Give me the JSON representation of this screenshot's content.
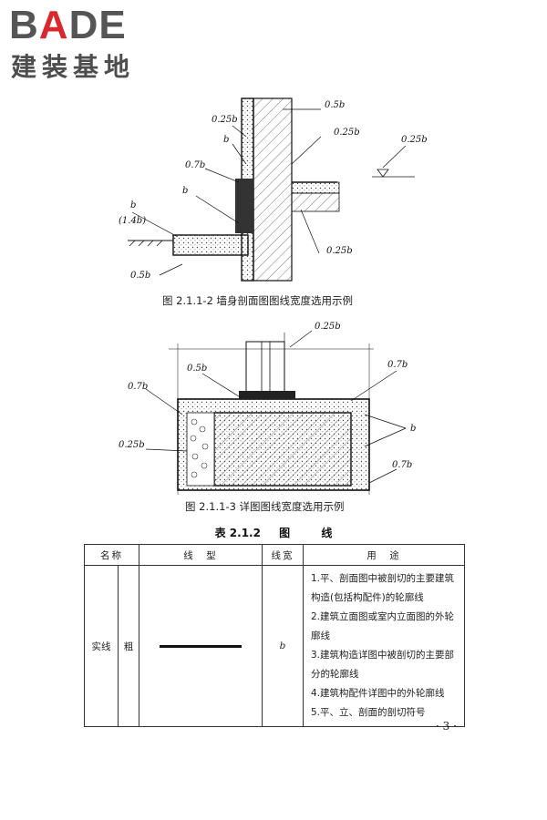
{
  "logo": {
    "brand_prefix": "B",
    "brand_accent": "A",
    "brand_suffix": "DE",
    "subtitle": "建装基地",
    "accent_color": "#d8272d"
  },
  "figure1": {
    "caption": "图 2.1.1-2   墙身剖面图图线宽度选用示例",
    "labels": {
      "l1": "0.25b",
      "l2": "0.5b",
      "l3": "0.25b",
      "l4": "b",
      "l5": "0.7b",
      "l6": "b",
      "l7": "b",
      "l8": "(1.4b)",
      "l9": "0.25b",
      "l10": "0.25b",
      "l11": "0.5b"
    }
  },
  "figure2": {
    "caption": "图 2.1.1-3   详图图线宽度选用示例",
    "labels": {
      "l1": "0.25b",
      "l2": "0.5b",
      "l3": "0.7b",
      "l4": "0.7b",
      "l5": "b",
      "l6": "0.25b",
      "l7": "0.7b"
    }
  },
  "table": {
    "title_num": "表 2.1.2",
    "title_word1": "图",
    "title_word2": "线",
    "headers": {
      "name": "名称",
      "type": "线　型",
      "width": "线宽",
      "usage": "用　途"
    },
    "row": {
      "name": "实线",
      "sub": "粗",
      "width": "b",
      "usage": [
        "1.平、剖面图中被剖切的主要建筑构造(包括构配件)的轮廓线",
        "2.建筑立面图或室内立面图的外轮廓线",
        "3.建筑构造详图中被剖切的主要部分的轮廓线",
        "4.建筑构配件详图中的外轮廓线",
        "5.平、立、剖面的剖切符号"
      ]
    }
  },
  "page": {
    "number": "· 3 ·"
  }
}
